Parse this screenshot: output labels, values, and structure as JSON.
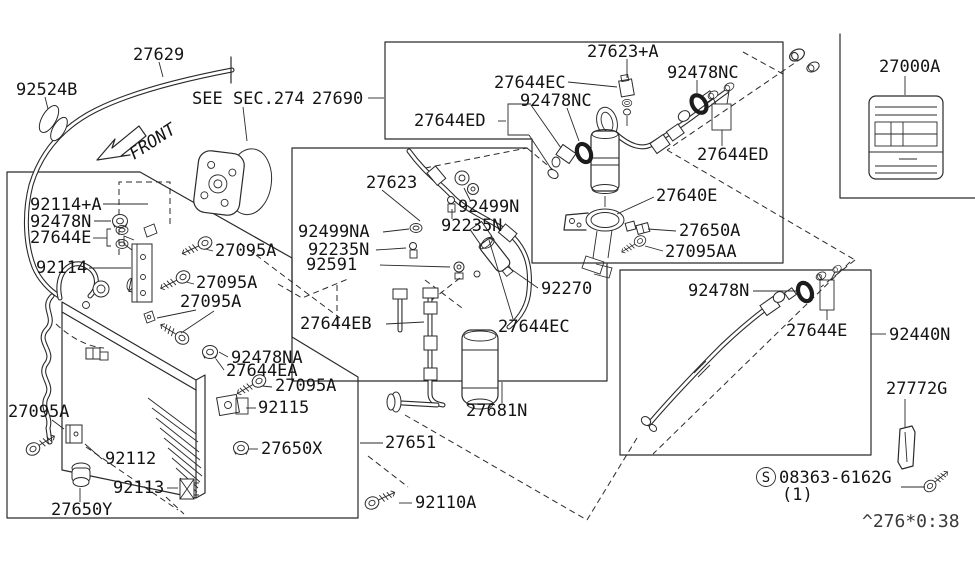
{
  "diagram": {
    "title_hint": "air-conditioner piping parts diagram",
    "front_label": "FRONT",
    "footer_code": "^276*0:38",
    "screw_symbol": "S",
    "labels": [
      {
        "id": "27629",
        "text": "27629"
      },
      {
        "id": "92524B",
        "text": "92524B"
      },
      {
        "id": "see-sec-274",
        "text": "SEE SEC.274"
      },
      {
        "id": "27690",
        "text": "27690"
      },
      {
        "id": "27623-plus-A",
        "text": "27623+A"
      },
      {
        "id": "27644EC-top",
        "text": "27644EC"
      },
      {
        "id": "92478NC-left",
        "text": "92478NC"
      },
      {
        "id": "92478NC-right",
        "text": "92478NC"
      },
      {
        "id": "27644ED-left",
        "text": "27644ED"
      },
      {
        "id": "27644ED-right",
        "text": "27644ED"
      },
      {
        "id": "27000A",
        "text": "27000A"
      },
      {
        "id": "27640E",
        "text": "27640E"
      },
      {
        "id": "27650A",
        "text": "27650A"
      },
      {
        "id": "27095AA",
        "text": "27095AA"
      },
      {
        "id": "27623",
        "text": "27623"
      },
      {
        "id": "92499N",
        "text": "92499N"
      },
      {
        "id": "92235N-a",
        "text": "92235N"
      },
      {
        "id": "92499NA",
        "text": "92499NA"
      },
      {
        "id": "92235N-b",
        "text": "92235N"
      },
      {
        "id": "92591",
        "text": "92591"
      },
      {
        "id": "27644EB",
        "text": "27644EB"
      },
      {
        "id": "27644EC-mid",
        "text": "27644EC"
      },
      {
        "id": "92270",
        "text": "92270"
      },
      {
        "id": "92114-plus-A",
        "text": "92114+A"
      },
      {
        "id": "92478N-left",
        "text": "92478N"
      },
      {
        "id": "27644E-left",
        "text": "27644E"
      },
      {
        "id": "92114",
        "text": "92114"
      },
      {
        "id": "27095A-1",
        "text": "27095A"
      },
      {
        "id": "27095A-2",
        "text": "27095A"
      },
      {
        "id": "27095A-3",
        "text": "27095A"
      },
      {
        "id": "92478NA",
        "text": "92478NA"
      },
      {
        "id": "27644EA",
        "text": "27644EA"
      },
      {
        "id": "27095A-4",
        "text": "27095A"
      },
      {
        "id": "92115",
        "text": "92115"
      },
      {
        "id": "27650X",
        "text": "27650X"
      },
      {
        "id": "27095A-5",
        "text": "27095A"
      },
      {
        "id": "92112",
        "text": "92112"
      },
      {
        "id": "92113",
        "text": "92113"
      },
      {
        "id": "27650Y",
        "text": "27650Y"
      },
      {
        "id": "27651",
        "text": "27651"
      },
      {
        "id": "27681N",
        "text": "27681N"
      },
      {
        "id": "92110A",
        "text": "92110A"
      },
      {
        "id": "92478N-right",
        "text": "92478N"
      },
      {
        "id": "27644E-right",
        "text": "27644E"
      },
      {
        "id": "92440N",
        "text": "92440N"
      },
      {
        "id": "27772G",
        "text": "27772G"
      },
      {
        "id": "bolt-ref",
        "text": "08363-6162G"
      },
      {
        "id": "bolt-qty",
        "text": "(1)"
      }
    ]
  }
}
